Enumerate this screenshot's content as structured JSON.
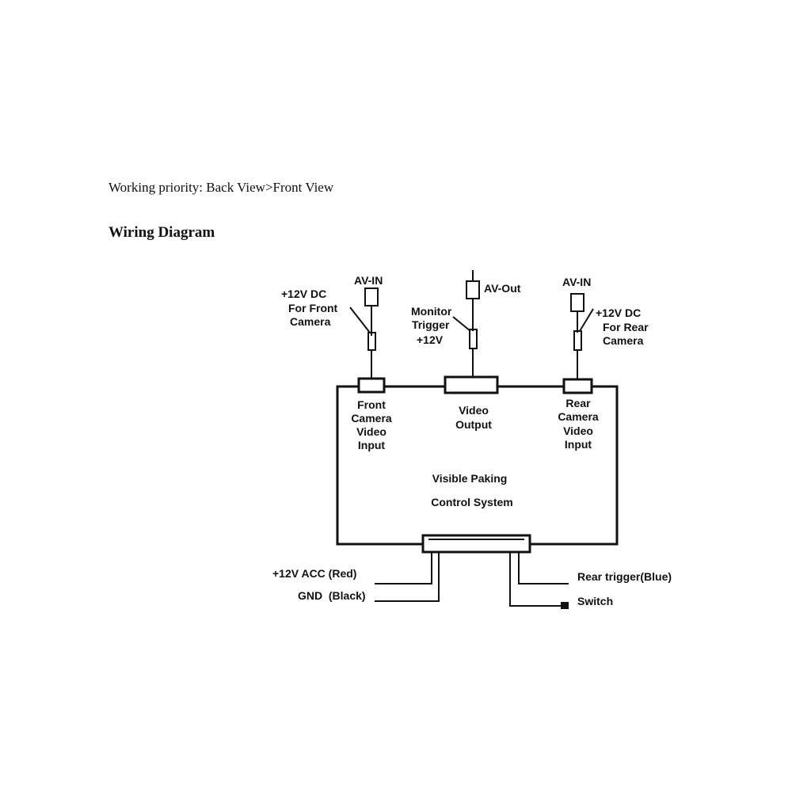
{
  "header": {
    "priority_text": "Working priority: Back View>Front View",
    "heading": "Wiring Diagram"
  },
  "diagram": {
    "top_connectors": {
      "front": {
        "connector": "AV-IN",
        "power_lines": [
          "+12V DC",
          "For Front",
          "Camera"
        ]
      },
      "video": {
        "connector": "AV-Out",
        "trigger_lines": [
          "Monitor",
          "Trigger",
          "+12V"
        ]
      },
      "rear": {
        "connector": "AV-IN",
        "power_lines": [
          "+12V DC",
          "For Rear",
          "Camera"
        ]
      }
    },
    "ports": {
      "front": [
        "Front",
        "Camera",
        "Video",
        "Input"
      ],
      "video": [
        "Video",
        "Output"
      ],
      "rear": [
        "Rear",
        "Camera",
        "Video",
        "Input"
      ]
    },
    "system_lines": [
      "Visible Paking",
      "Control System"
    ],
    "bottom_wires": {
      "acc": "+12V ACC (Red)",
      "gnd": "GND  (Black)",
      "rear_trigger": "Rear trigger(Blue)",
      "switch": "Switch"
    }
  }
}
